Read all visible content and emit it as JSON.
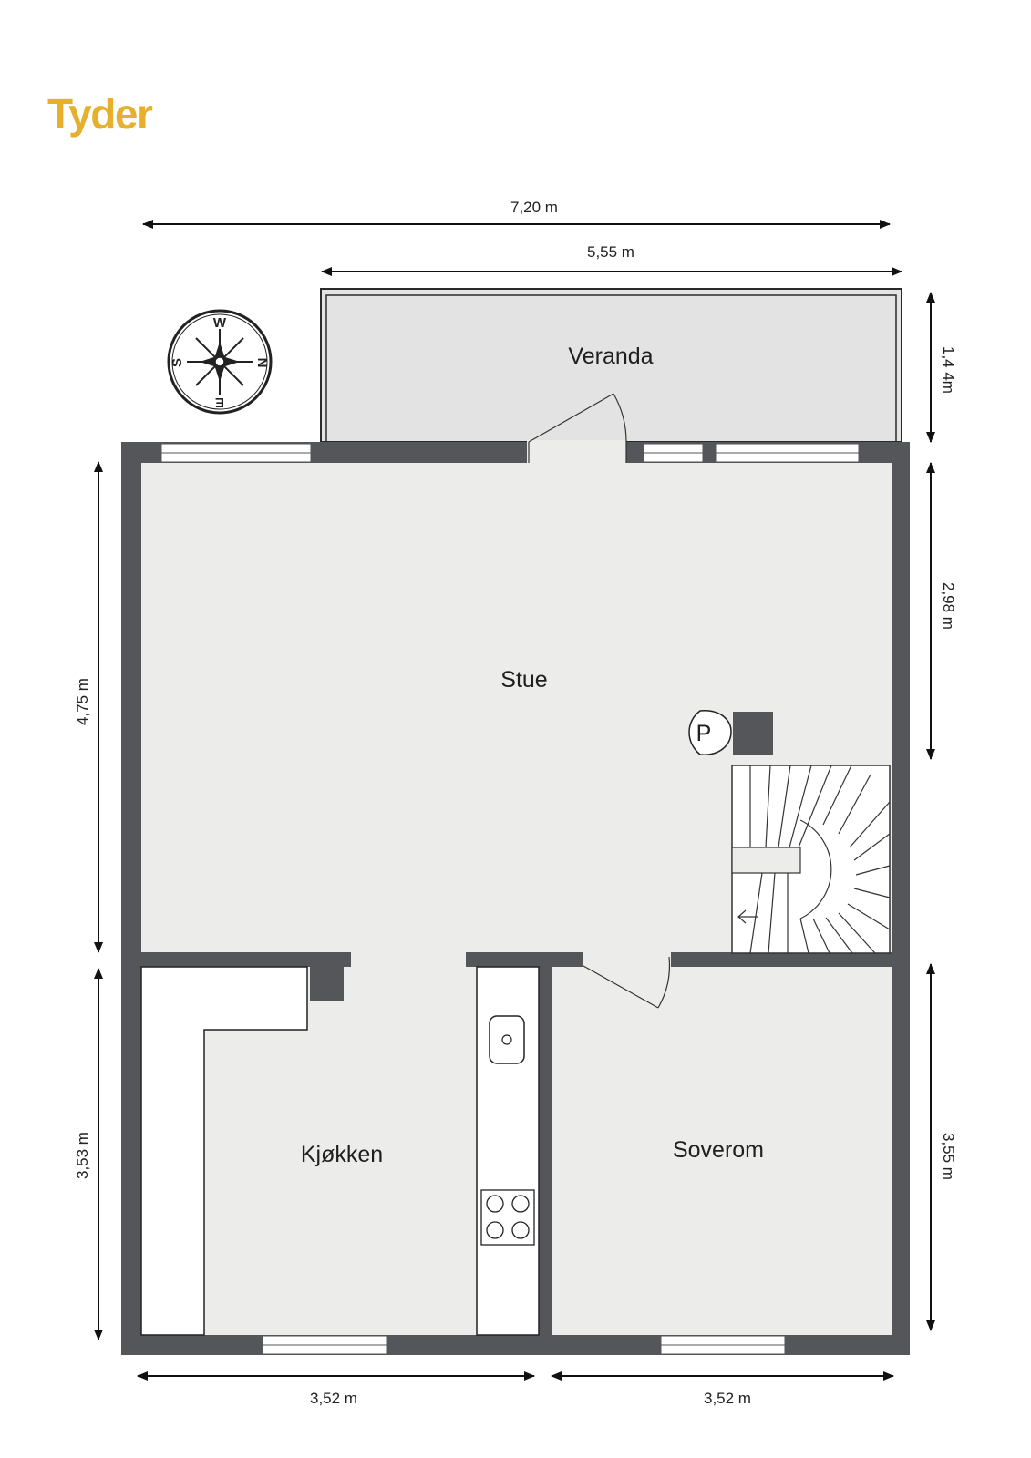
{
  "brand": {
    "name": "Tyder",
    "color": "#e6b02c"
  },
  "rooms": {
    "veranda": "Veranda",
    "stue": "Stue",
    "kjokken": "Kjøkken",
    "soverom": "Soverom"
  },
  "symbols": {
    "p_marker": "P"
  },
  "compass": {
    "top": "W",
    "right": "N",
    "bottom": "E",
    "left": "S"
  },
  "dimensions": {
    "top_total": "7,20 m",
    "top_veranda": "5,55 m",
    "right_veranda": "1,4 4m",
    "right_upper": "2,98 m",
    "right_lower": "3,55 m",
    "left_upper": "4,75 m",
    "left_lower": "3,53 m",
    "bottom_left": "3,52 m",
    "bottom_right": "3,52 m"
  },
  "colors": {
    "wall": "#55565a",
    "floor": "#ecedea",
    "veranda_floor": "#e3e3e3",
    "line": "#222222"
  }
}
